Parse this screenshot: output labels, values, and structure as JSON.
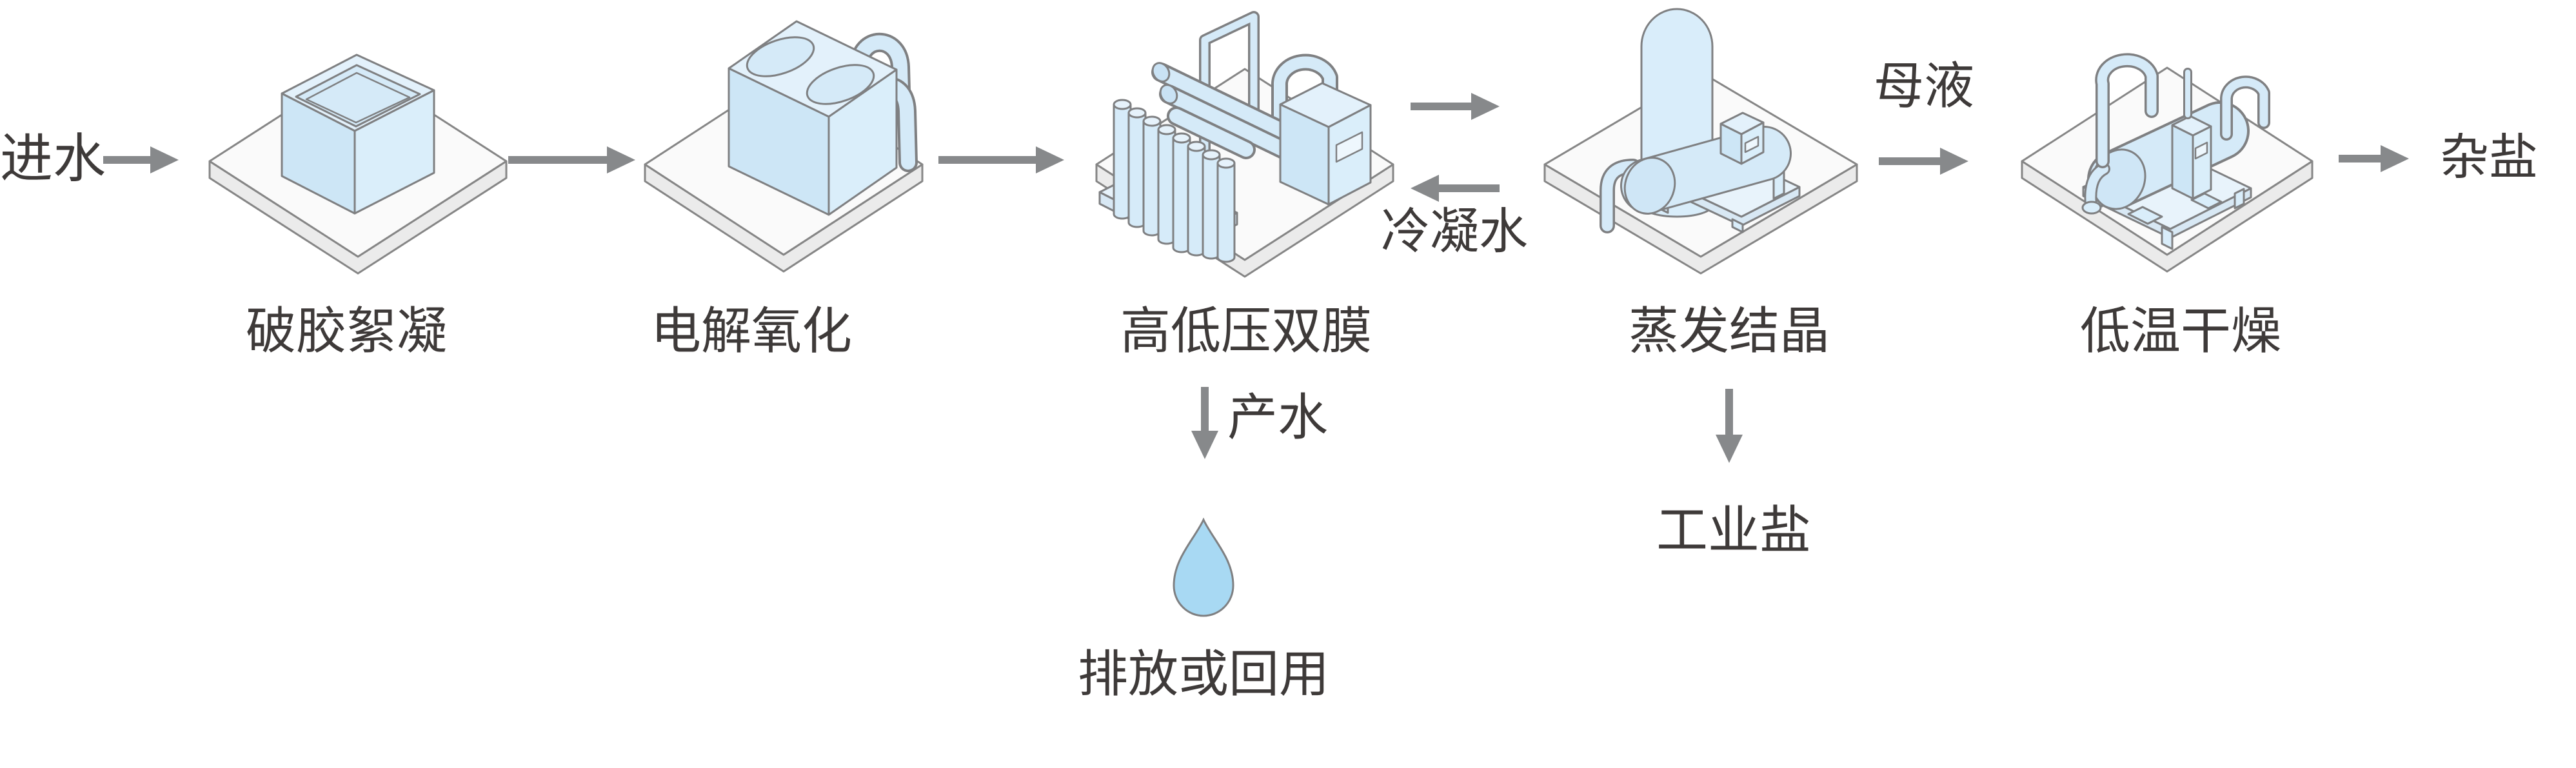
{
  "diagram": {
    "input_label": "进水",
    "final_output_label": "杂盐",
    "stations": [
      {
        "id": "station-1",
        "label": "破胶絮凝",
        "icon": "flocculation-tank-icon"
      },
      {
        "id": "station-2",
        "label": "电解氧化",
        "icon": "electrolytic-oxidation-unit-icon"
      },
      {
        "id": "station-3",
        "label": "高低压双膜",
        "icon": "dual-membrane-unit-icon"
      },
      {
        "id": "station-4",
        "label": "蒸发结晶",
        "icon": "evaporation-crystallizer-icon"
      },
      {
        "id": "station-5",
        "label": "低温干燥",
        "icon": "low-temperature-dryer-icon"
      }
    ],
    "streams": {
      "condensate": "冷凝水",
      "mother_liquor": "母液",
      "product_water": "产水",
      "discharge_or_reuse": "排放或回用",
      "industrial_salt": "工业盐"
    },
    "colors": {
      "equipment_fill": "#d5eaf8",
      "equipment_fill_light": "#e3f1fb",
      "equipment_fill_dark": "#cde6f6",
      "outline": "#7f8082",
      "platform_fill": "#fafafa",
      "platform_side_fill": "#ebebeb",
      "arrow": "#87898b",
      "text": "#3e3a39",
      "water_drop_fill": "#a8d9f3"
    }
  }
}
